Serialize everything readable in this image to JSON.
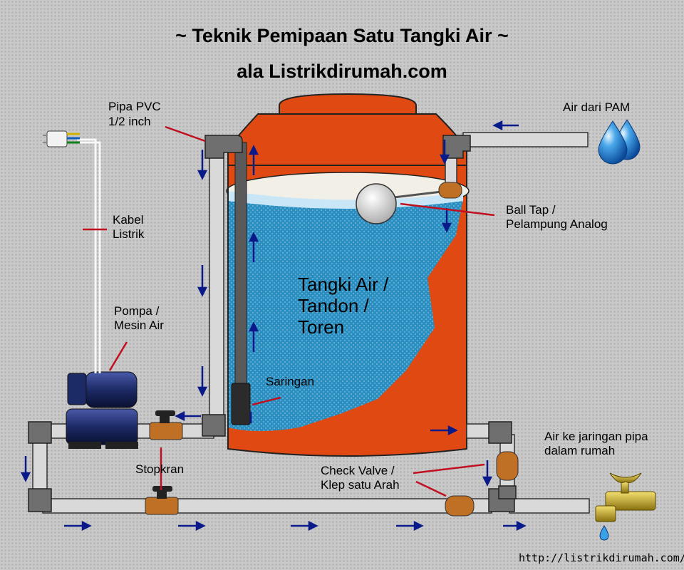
{
  "title": {
    "line1": "~ Teknik Pemipaan Satu Tangki Air ~",
    "line2": "ala Listrikdirumah.com"
  },
  "labels": {
    "pipa_pvc_1": "Pipa PVC",
    "pipa_pvc_2": "1/2 inch",
    "air_pam": "Air dari PAM",
    "kabel_1": "Kabel",
    "kabel_2": "Listrik",
    "pompa_1": "Pompa /",
    "pompa_2": "Mesin Air",
    "ball_tap_1": "Ball Tap /",
    "ball_tap_2": "Pelampung Analog",
    "tank_1": "Tangki Air /",
    "tank_2": "Tandon /",
    "tank_3": "Toren",
    "saringan": "Saringan",
    "stopkran": "Stopkran",
    "check_valve_1": "Check Valve /",
    "check_valve_2": "Klep satu Arah",
    "air_rumah_1": "Air ke jaringan pipa",
    "air_rumah_2": "dalam rumah",
    "url": "http://listrikdirumah.com/"
  },
  "colors": {
    "tank": "#e04a12",
    "water": "#2a8ec0",
    "pipe": "#d8d8d8",
    "elbow": "#6f6f6f",
    "valve": "#c07024",
    "pump": "#1c2a66",
    "arrow": "#0a1a8a",
    "leader": "#c01020"
  },
  "icons": [
    "water-drops-icon",
    "faucet-icon",
    "plug-icon"
  ]
}
